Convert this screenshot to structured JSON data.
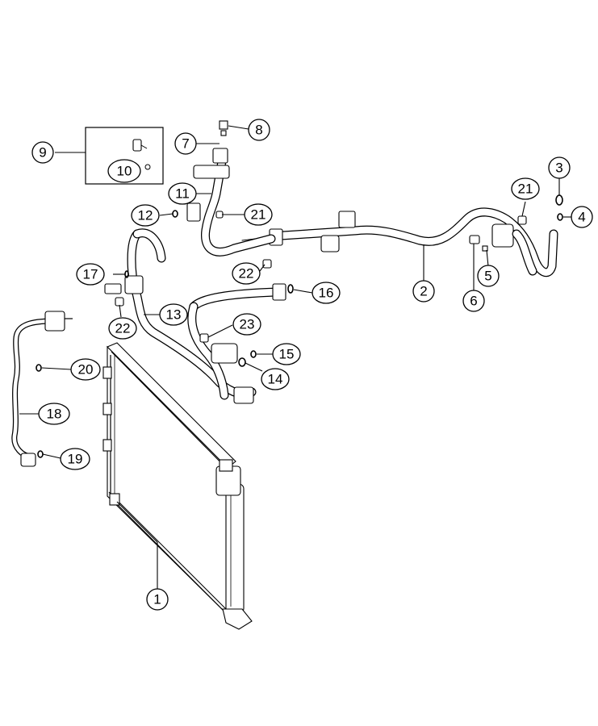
{
  "callouts": [
    {
      "id": "c1",
      "label": "1"
    },
    {
      "id": "c2",
      "label": "2"
    },
    {
      "id": "c3",
      "label": "3"
    },
    {
      "id": "c4",
      "label": "4"
    },
    {
      "id": "c5",
      "label": "5"
    },
    {
      "id": "c6",
      "label": "6"
    },
    {
      "id": "c7",
      "label": "7"
    },
    {
      "id": "c8",
      "label": "8"
    },
    {
      "id": "c9",
      "label": "9"
    },
    {
      "id": "c10",
      "label": "10"
    },
    {
      "id": "c11",
      "label": "11"
    },
    {
      "id": "c12",
      "label": "12"
    },
    {
      "id": "c13",
      "label": "13"
    },
    {
      "id": "c14",
      "label": "14"
    },
    {
      "id": "c15",
      "label": "15"
    },
    {
      "id": "c16",
      "label": "16"
    },
    {
      "id": "c17",
      "label": "17"
    },
    {
      "id": "c18",
      "label": "18"
    },
    {
      "id": "c19",
      "label": "19"
    },
    {
      "id": "c20",
      "label": "20"
    },
    {
      "id": "c21a",
      "label": "21"
    },
    {
      "id": "c21b",
      "label": "21"
    },
    {
      "id": "c22a",
      "label": "22"
    },
    {
      "id": "c22b",
      "label": "22"
    },
    {
      "id": "c23",
      "label": "23"
    }
  ]
}
